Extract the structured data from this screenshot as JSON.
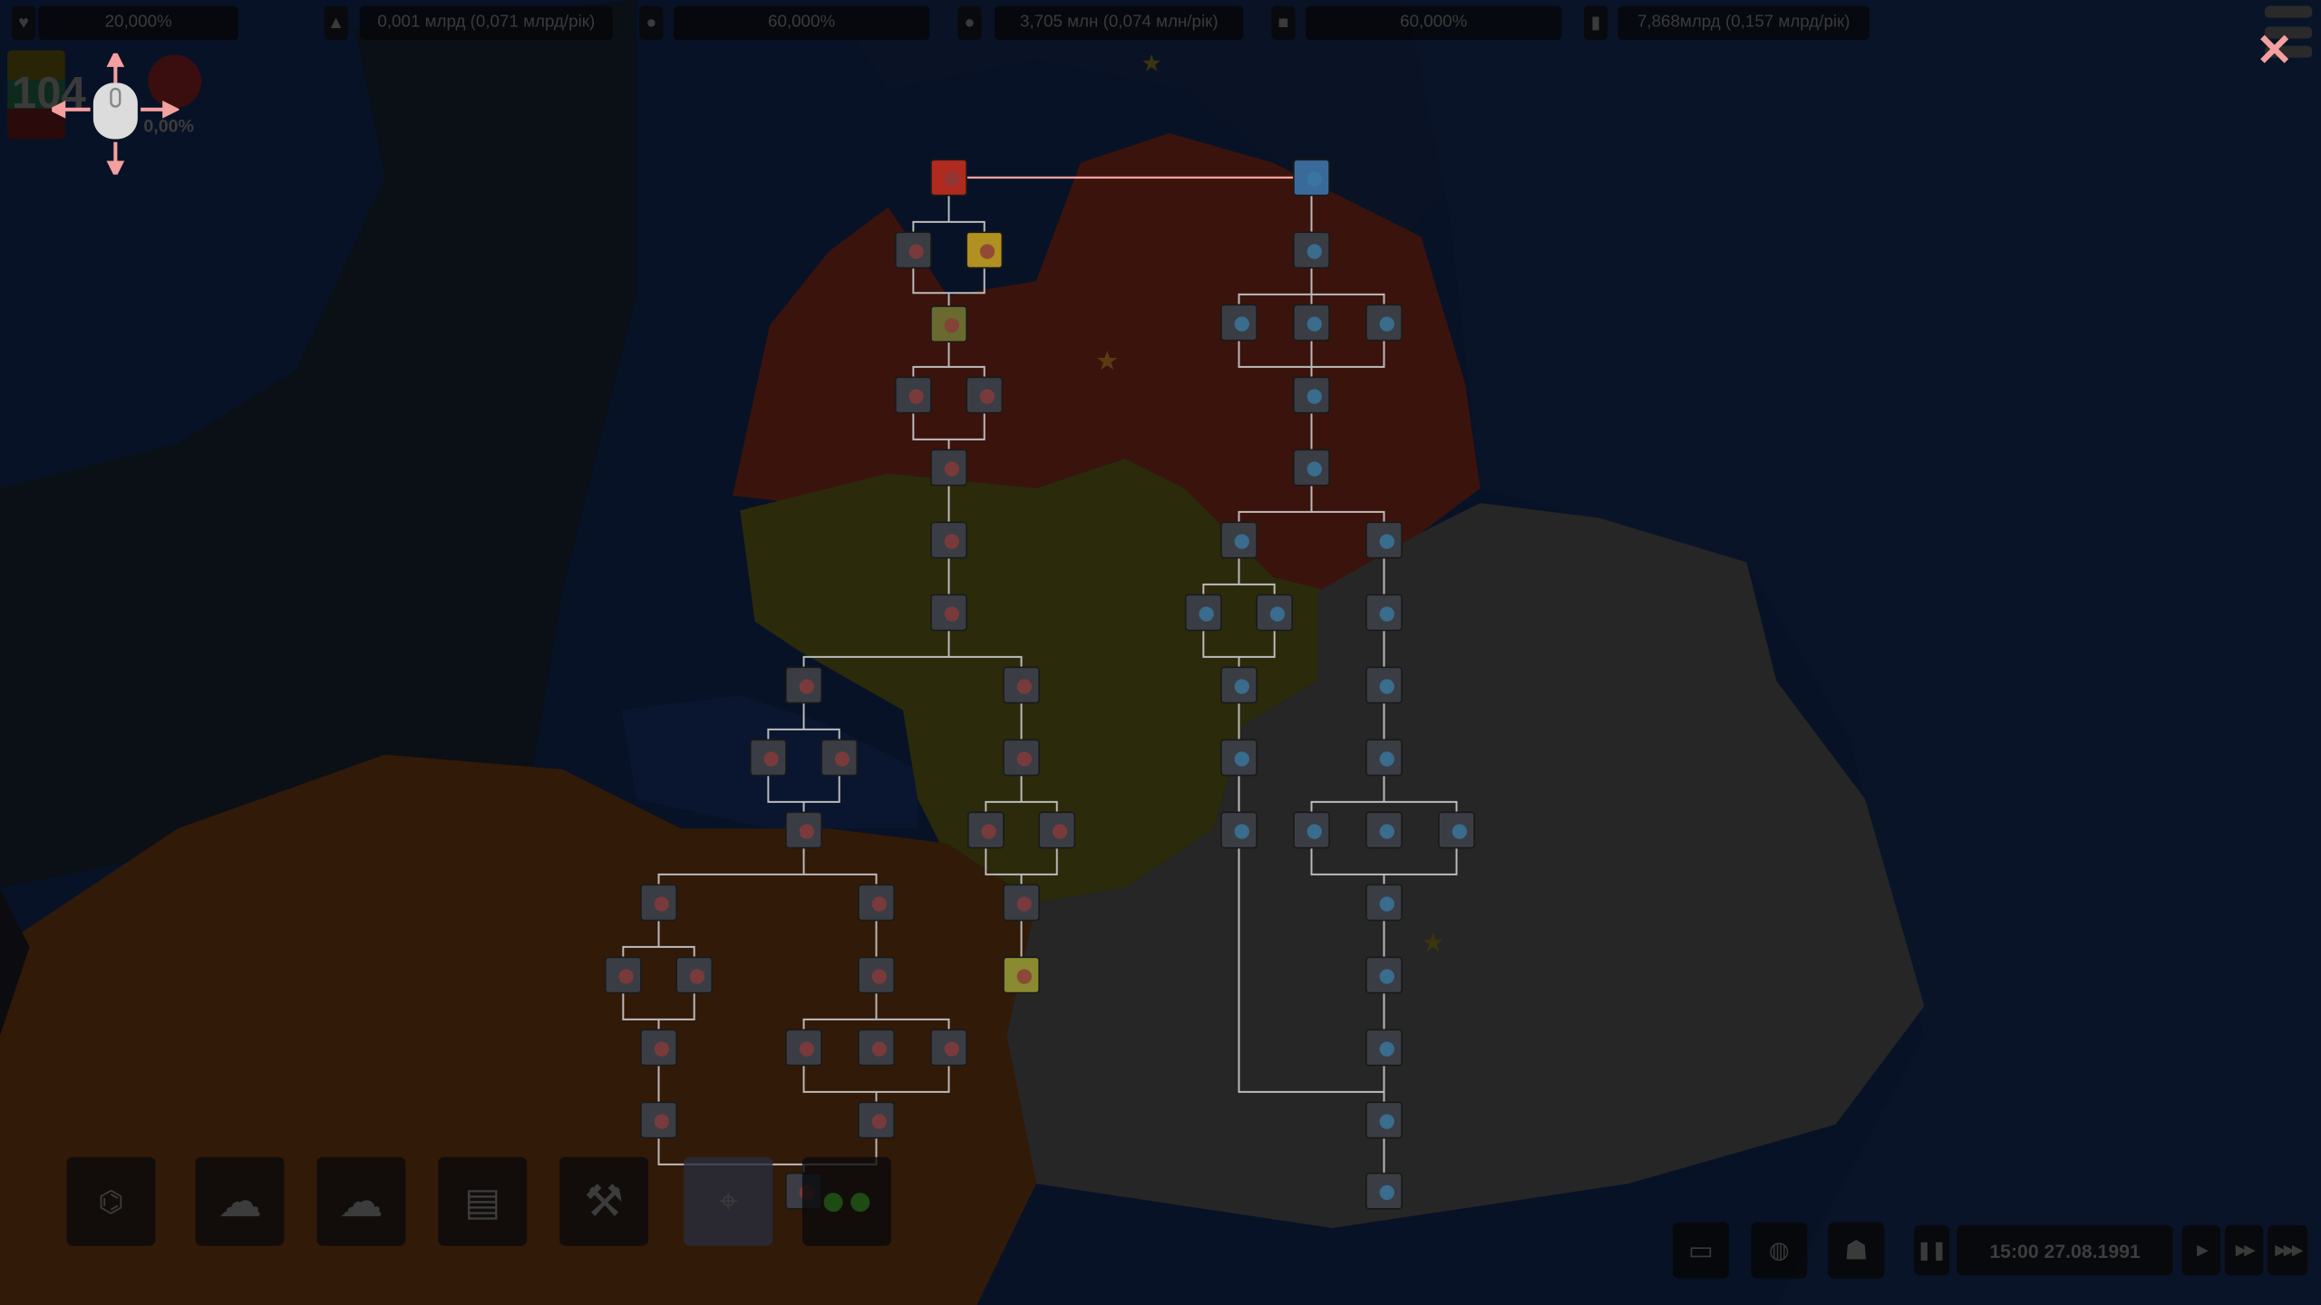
{
  "top_bar": {
    "stats": [
      {
        "icon": "heart-shield-icon",
        "value": "20,000%"
      },
      {
        "icon": "gold-pile-icon",
        "value": "0,001 млрд (0,071 млрд/рік)"
      },
      {
        "icon": "worker-icon",
        "value": "60,000%"
      },
      {
        "icon": "population-icon",
        "value": "3,705 млн (0,074 млн/рік)"
      },
      {
        "icon": "tax-icon",
        "value": "60,000%"
      },
      {
        "icon": "factory-icon",
        "value": "7,868млрд (0,157 млрд/рік)"
      }
    ]
  },
  "country_panel": {
    "score": "104",
    "unrest": "0,00%",
    "flag_colors": [
      "#fdb913",
      "#006a44",
      "#c1272d"
    ]
  },
  "tutorial_hint": {
    "icon": "mouse-drag-icon"
  },
  "close_icon": "close-icon",
  "toolbar": {
    "items": [
      {
        "name": "tech-tree-button",
        "icon": "tree-icon"
      },
      {
        "name": "country-button",
        "icon": "country-shape-icon"
      },
      {
        "name": "regions-button",
        "icon": "regions-icon"
      },
      {
        "name": "laws-button",
        "icon": "document-gavel-icon"
      },
      {
        "name": "build-button",
        "icon": "hammer-icon"
      },
      {
        "name": "military-button",
        "icon": "crosshair-icon"
      },
      {
        "name": "diplomacy-button",
        "icon": "people-icon"
      }
    ]
  },
  "bottom_right": {
    "view_buttons": [
      "screen-mode-icon",
      "world-map-icon",
      "continent-map-icon"
    ],
    "date_time": "15:00 27.08.1991",
    "speed_controls": [
      "pause-icon",
      "play-icon",
      "fast-forward-icon",
      "fastest-icon"
    ]
  },
  "colors": {
    "accent": "#f4a0a0",
    "latvia": "#5a1810",
    "lithuania": "#3c3a0c",
    "poland": "#4a2408",
    "belarus": "#303030",
    "sea": "#0a1a3a"
  }
}
